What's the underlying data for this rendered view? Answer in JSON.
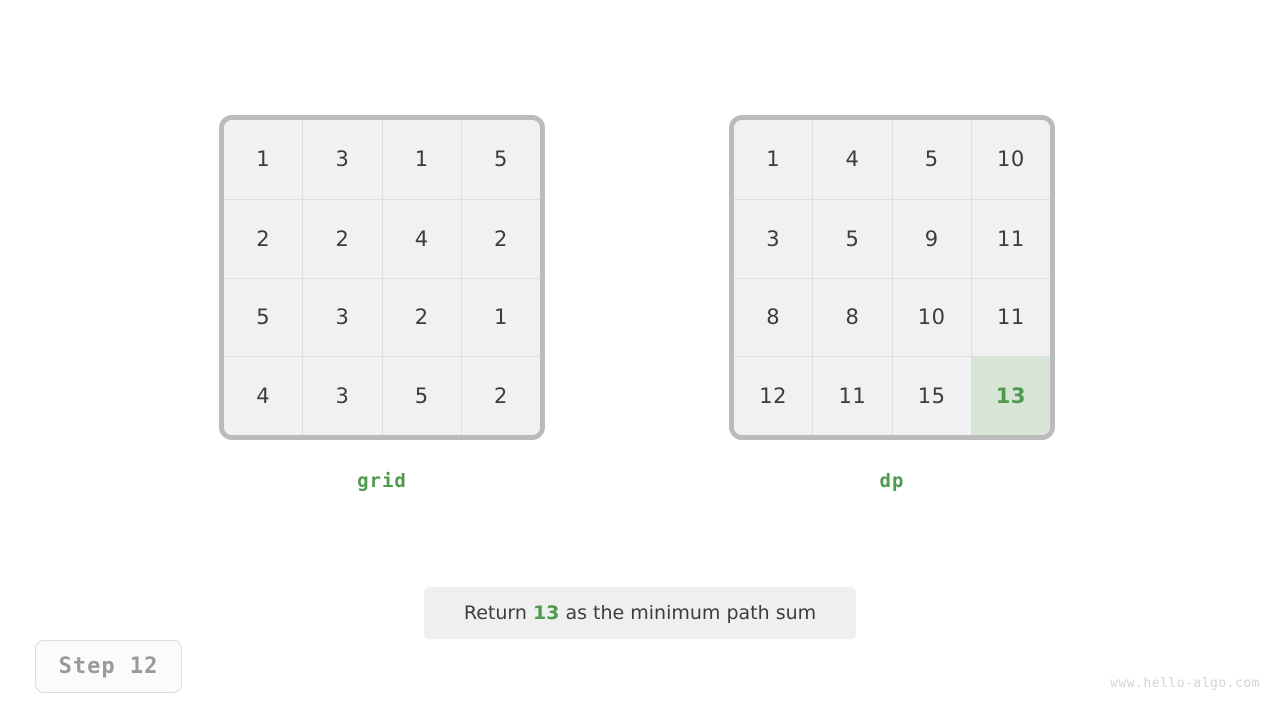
{
  "canvas": {
    "background": "#ffffff",
    "accent_green": "#4e9a4e",
    "highlight_fill": "#d6e5d6",
    "frame_border": "#bbbbbb",
    "cell_fill": "#f1f1f1",
    "text_color": "#3c3c3c"
  },
  "matrices": [
    {
      "id": "grid",
      "label": "grid",
      "rows": [
        [
          "1",
          "3",
          "1",
          "5"
        ],
        [
          "2",
          "2",
          "4",
          "2"
        ],
        [
          "5",
          "3",
          "2",
          "1"
        ],
        [
          "4",
          "3",
          "5",
          "2"
        ]
      ],
      "highlight": []
    },
    {
      "id": "dp",
      "label": "dp",
      "rows": [
        [
          "1",
          "4",
          "5",
          "10"
        ],
        [
          "3",
          "5",
          "9",
          "11"
        ],
        [
          "8",
          "8",
          "10",
          "11"
        ],
        [
          "12",
          "11",
          "15",
          "13"
        ]
      ],
      "highlight": [
        [
          3,
          3
        ]
      ]
    }
  ],
  "caption": {
    "prefix": "Return ",
    "value": "13",
    "suffix": " as the minimum path sum"
  },
  "step_badge": {
    "label": "Step 12"
  },
  "watermark": {
    "text": "www.hello-algo.com"
  },
  "chart_data": {
    "type": "table",
    "title": "Minimum Path Sum dynamic programming visualization",
    "tables": [
      {
        "name": "grid",
        "shape": [
          4,
          4
        ],
        "values": [
          [
            1,
            3,
            1,
            5
          ],
          [
            2,
            2,
            4,
            2
          ],
          [
            5,
            3,
            2,
            1
          ],
          [
            4,
            3,
            5,
            2
          ]
        ]
      },
      {
        "name": "dp",
        "shape": [
          4,
          4
        ],
        "values": [
          [
            1,
            4,
            5,
            10
          ],
          [
            3,
            5,
            9,
            11
          ],
          [
            8,
            8,
            10,
            11
          ],
          [
            12,
            11,
            15,
            13
          ]
        ],
        "highlighted_cells": [
          {
            "row": 3,
            "col": 3,
            "value": 13
          }
        ]
      }
    ],
    "annotation": "Return 13 as the minimum path sum",
    "step": 12
  }
}
